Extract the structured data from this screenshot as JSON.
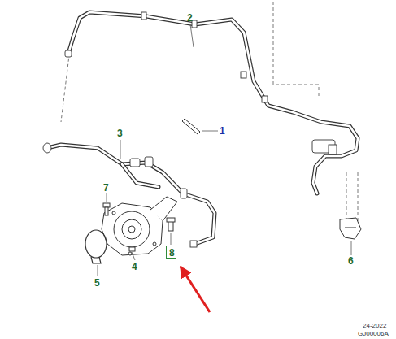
{
  "diagram": {
    "nodes": [
      {
        "text": [
          "8"
        ]
      }
    ],
    "labels": [
      "2",
      "1",
      "3",
      "7",
      "4",
      "5",
      "6",
      "24-2022",
      "GJ00006A"
    ]
  }
}
